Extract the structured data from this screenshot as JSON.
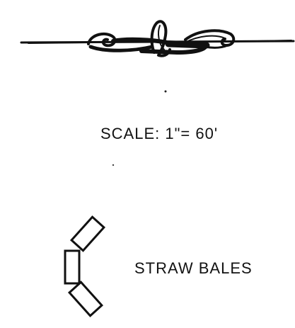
{
  "scale": {
    "text": "SCALE: 1\"= 60'"
  },
  "legend": {
    "items": [
      {
        "label": "STRAW BALES",
        "symbol": "straw-bales-symbol"
      }
    ]
  },
  "ornament": {
    "icon": "decorative-scroll-divider"
  },
  "colors": {
    "ink": "#111111",
    "paper": "#ffffff"
  }
}
